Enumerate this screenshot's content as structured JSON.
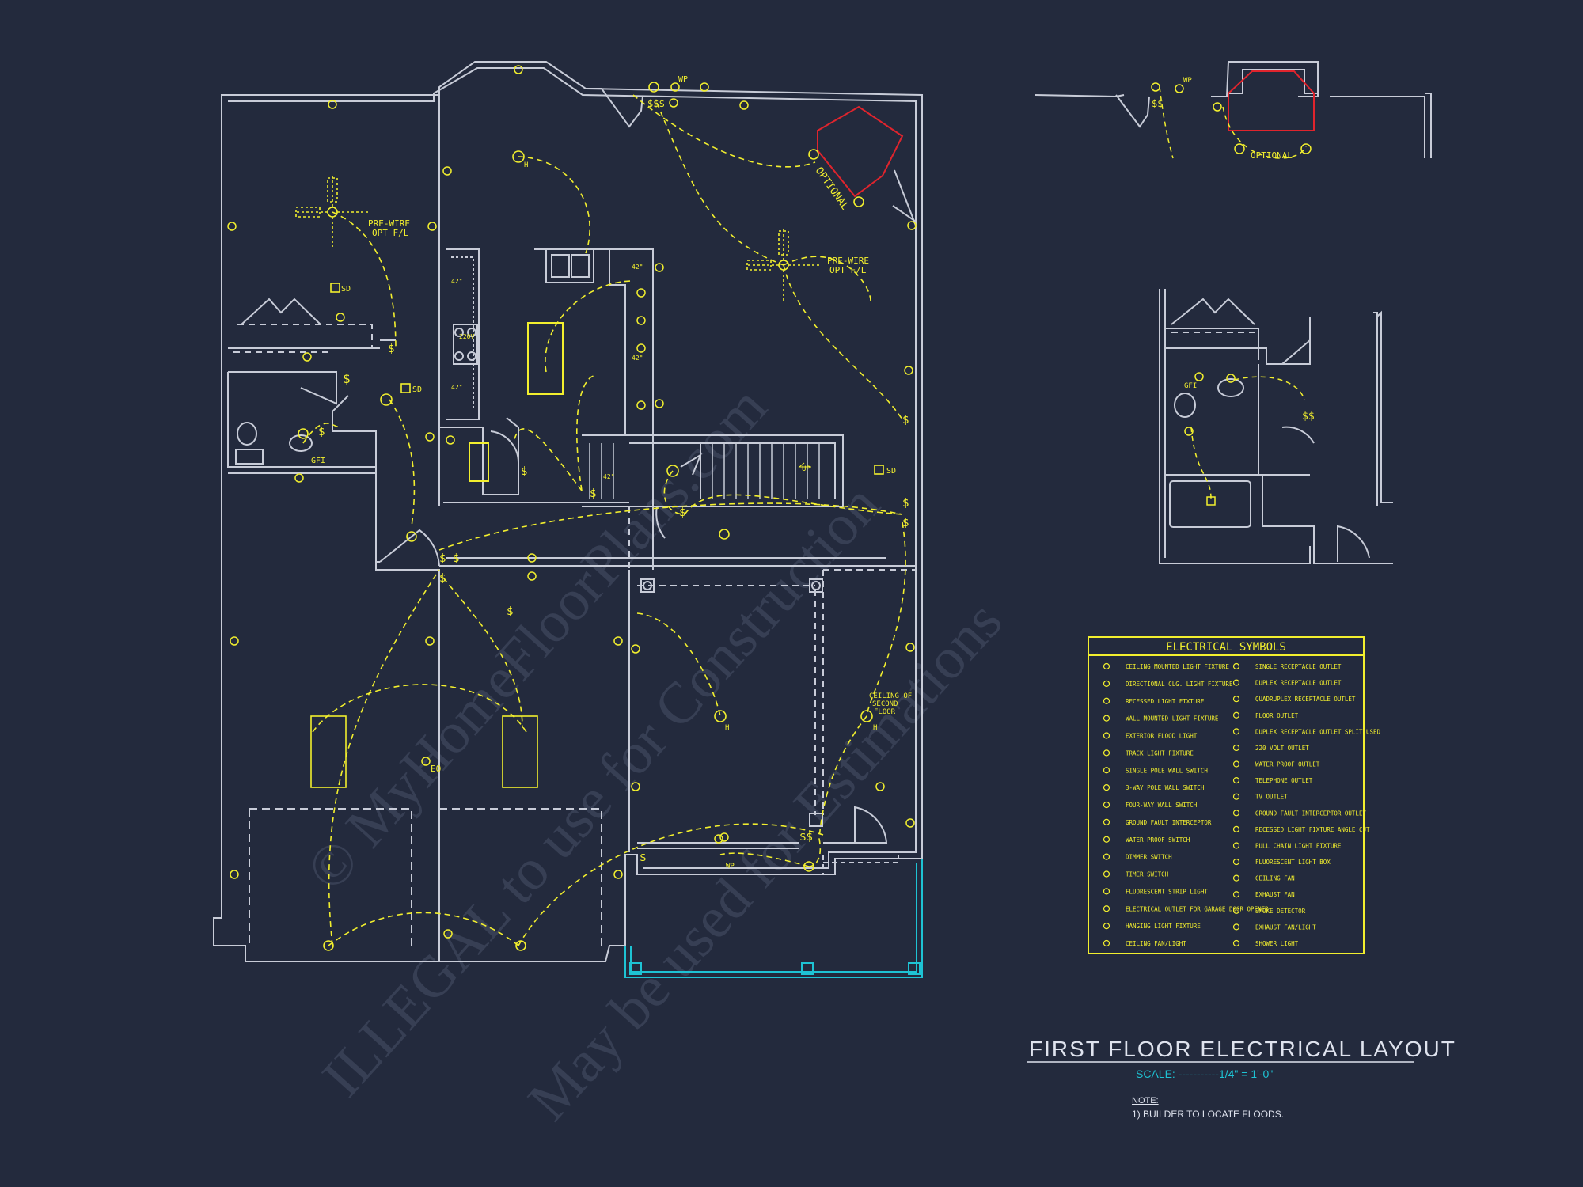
{
  "colors": {
    "background": "#232a3d",
    "walls": "#c8ccd8",
    "electrical": "#f2ef2e",
    "optional": "#e0242d",
    "porch": "#1ec3d4",
    "scale": "#1ec3d4",
    "watermark": "#3a4257"
  },
  "watermark": {
    "line1": "© MyHomeFloorPlans.com",
    "line2": "ILLEGAL to use for Construction",
    "line3": "May be used for Estimations"
  },
  "labels": {
    "prewire_left": [
      "PRE-WIRE",
      "OPT F/L"
    ],
    "prewire_right": [
      "PRE-WIRE",
      "OPT F/L"
    ],
    "optional_main": "OPTIONAL",
    "optional_inset": "OPTIONAL",
    "wp": "WP",
    "wp_inset": "WP",
    "wp_porch": "WP",
    "sd_bed": "SD",
    "sd_hall": "SD",
    "sd_stair": "SD",
    "gfi_bath": "GFI",
    "gfi_inset": "GFI",
    "eo": "EO",
    "h_kitchen": "H",
    "h_center": "H",
    "h_entry": "H",
    "ceiling_second": [
      "CEILING OF",
      "SECOND",
      "FLOOR"
    ],
    "up": "UP",
    "v220": "220V",
    "dim42_a": "42\"",
    "dim42_b": "42\"",
    "dim42_c": "42\"",
    "dim42_d": "42\"",
    "dim42_e": "42\""
  },
  "legend": {
    "title": "ELECTRICAL SYMBOLS",
    "left": [
      "CEILING MOUNTED LIGHT FIXTURE",
      "DIRECTIONAL CLG. LIGHT FIXTURE",
      "RECESSED LIGHT FIXTURE",
      "WALL MOUNTED LIGHT FIXTURE",
      "EXTERIOR FLOOD LIGHT",
      "TRACK LIGHT FIXTURE",
      "SINGLE POLE WALL SWITCH",
      "3-WAY POLE WALL SWITCH",
      "FOUR-WAY WALL SWITCH",
      "GROUND FAULT INTERCEPTOR",
      "WATER PROOF SWITCH",
      "DIMMER SWITCH",
      "TIMER SWITCH",
      "FLUORESCENT STRIP LIGHT",
      "ELECTRICAL OUTLET FOR GARAGE DOOR OPENER",
      "HANGING LIGHT FIXTURE",
      "CEILING FAN/LIGHT"
    ],
    "right": [
      "SINGLE RECEPTACLE OUTLET",
      "DUPLEX RECEPTACLE OUTLET",
      "QUADRUPLEX RECEPTACLE OUTLET",
      "FLOOR OUTLET",
      "DUPLEX RECEPTACLE OUTLET SPLIT USED",
      "220 VOLT OUTLET",
      "WATER PROOF OUTLET",
      "TELEPHONE OUTLET",
      "TV OUTLET",
      "GROUND FAULT INTERCEPTOR OUTLET",
      "RECESSED LIGHT FIXTURE ANGLE CUT",
      "PULL CHAIN LIGHT FIXTURE",
      "FLUORESCENT LIGHT BOX",
      "CEILING FAN",
      "EXHAUST FAN",
      "SMOKE DETECTOR",
      "EXHAUST FAN/LIGHT",
      "SHOWER LIGHT"
    ]
  },
  "title_block": {
    "title": "FIRST FLOOR ELECTRICAL LAYOUT",
    "scale": "SCALE: -----------1/4\" = 1'-0\"",
    "note_heading": "NOTE:",
    "note": "1) BUILDER TO LOCATE FLOODS."
  }
}
